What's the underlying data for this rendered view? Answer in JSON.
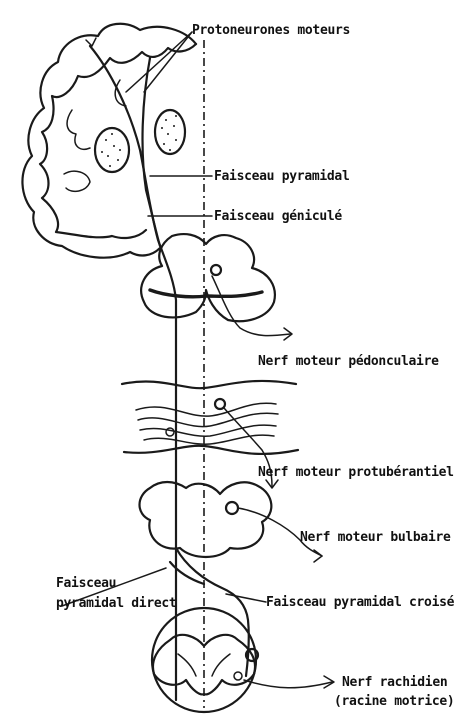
{
  "labels": {
    "protoneurones": "Protoneurones moteurs",
    "faisceau_pyramidal": "Faisceau pyramidal",
    "faisceau_genicule": "Faisceau géniculé",
    "nerf_pedonculaire": "Nerf moteur pédonculaire",
    "nerf_protuberantiel": "Nerf moteur protubérantiel",
    "nerf_bulbaire": "Nerf moteur bulbaire",
    "faisceau_direct_line1": "Faisceau",
    "faisceau_direct_line2": "pyramidal direct",
    "faisceau_croise": "Faisceau pyramidal croisé",
    "nerf_rachidien_line1": "Nerf rachidien",
    "nerf_rachidien_line2": "(racine motrice)"
  },
  "colors": {
    "ink": "#1a1a1a",
    "background": "#ffffff"
  }
}
